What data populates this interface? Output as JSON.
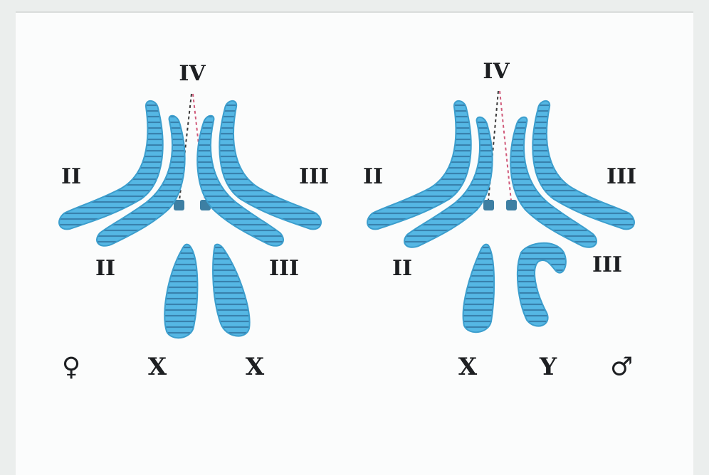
{
  "colors": {
    "chromosome_fill": "#55b7e4",
    "chromosome_edge": "#3c9ecd",
    "band": "#2e6f9b",
    "centromere": "#3d7fa3",
    "spindle": "#3a3a3a",
    "spindle_accent": "#d05a7a",
    "label": "#1d1f22",
    "background": "#fbfcfc"
  },
  "female": {
    "symbol": "♀",
    "labels": {
      "top": "IV",
      "left_outer": "II",
      "left_inner": "II",
      "right_outer": "III",
      "right_inner": "III",
      "sex_left": "X",
      "sex_right": "X"
    }
  },
  "male": {
    "symbol": "♂",
    "labels": {
      "top": "IV",
      "left_outer": "II",
      "left_inner": "II",
      "right_outer": "III",
      "right_inner": "III",
      "sex_left": "X",
      "sex_right": "Y"
    }
  }
}
